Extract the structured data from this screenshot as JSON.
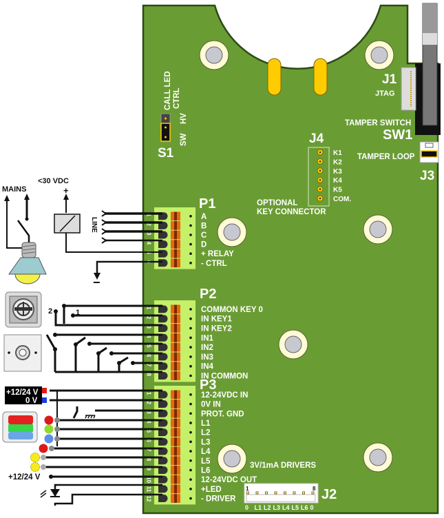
{
  "colors": {
    "board": "#6a9c34",
    "board_edge": "#2d4a15",
    "terminal_block": "#c4f06a",
    "terminal_lever": "#e8670f",
    "pad_yellow": "#ffcc00",
    "mount_ring": "#fffbd6",
    "mount_hole": "#c8c8d0",
    "wire": "#111111"
  },
  "board": {
    "s1": {
      "title": "S1",
      "top_label_1": "CALL LED",
      "top_label_2": "CTRL",
      "pos_hv": "HV",
      "pos_sw": "SW"
    },
    "j1": {
      "title": "J1",
      "label": "JTAG"
    },
    "sw1": {
      "title": "SW1",
      "label": "TAMPER SWITCH"
    },
    "j3": {
      "title": "J3",
      "label": "TAMPER LOOP"
    },
    "j4": {
      "title": "J4",
      "caption_1": "OPTIONAL",
      "caption_2": "KEY CONNECTOR",
      "pins": [
        "K1",
        "K2",
        "K3",
        "K4",
        "K5",
        "COM."
      ]
    },
    "p1": {
      "title": "P1",
      "pins": [
        "A",
        "B",
        "C",
        "D",
        "+ RELAY",
        "- CTRL"
      ],
      "numbers": [
        "1",
        "2",
        "3",
        "4",
        "5",
        "6"
      ]
    },
    "p2": {
      "title": "P2",
      "pins": [
        "COMMON KEY 0",
        "IN KEY1",
        "IN KEY2",
        "IN1",
        "IN2",
        "IN3",
        "IN4",
        "IN COMMON"
      ],
      "numbers": [
        "1",
        "2",
        "3",
        "4",
        "5",
        "6",
        "7",
        "8"
      ]
    },
    "p3": {
      "title": "P3",
      "pins": [
        "12-24VDC IN",
        "0V IN",
        "PROT. GND",
        "L1",
        "L2",
        "L3",
        "L4",
        "L5",
        "L6",
        "12-24VDC OUT",
        "+LED",
        "- DRIVER"
      ],
      "numbers": [
        "1",
        "2",
        "3",
        "4",
        "5",
        "6",
        "7",
        "8",
        "9",
        "10",
        "11",
        "12"
      ]
    },
    "drivers_label": "3V/1mA DRIVERS",
    "j2": {
      "title": "J2",
      "pin_first": "1",
      "pin_last": "8",
      "pins": [
        "0",
        "L1",
        "L2",
        "L3",
        "L4",
        "L5",
        "L6",
        "0"
      ]
    }
  },
  "external": {
    "mains_label": "MAINS",
    "vdc_label": "<30 VDC",
    "plus_sign": "+",
    "minus_sign": "−",
    "line_label": "LINE",
    "key_pos_1": "1",
    "key_pos_2": "2",
    "psu_plus": "+12/24 V",
    "psu_zero": "0 V",
    "out_supply": "+12/24 V"
  }
}
